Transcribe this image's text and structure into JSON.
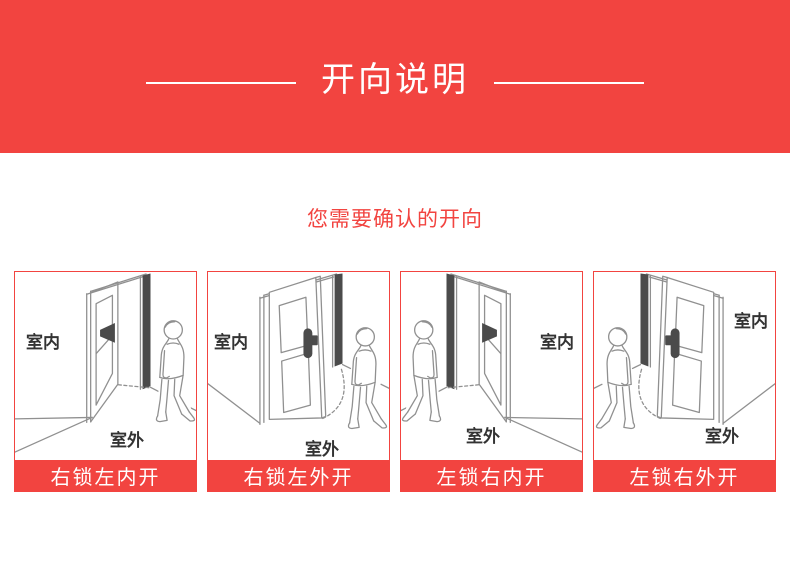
{
  "theme": {
    "accent_red": "#f24440",
    "line_gray": "#909090",
    "dark_gray": "#4b4b4b",
    "label_color": "#333333",
    "background": "#ffffff",
    "title_color": "#ffffff"
  },
  "header": {
    "title": "开向说明"
  },
  "section": {
    "subtitle": "您需要确认的开向"
  },
  "panels": [
    {
      "caption": "右锁左内开",
      "inside_label": "室内",
      "outside_label": "室外",
      "diagram": "door-opens-inward-hinge-shown-left, person walking in from right"
    },
    {
      "caption": "右锁左外开",
      "inside_label": "室内",
      "outside_label": "室外",
      "diagram": "door-opens-outward-face-visible-handle-right, person walking in from right"
    },
    {
      "caption": "左锁右内开",
      "inside_label": "室内",
      "outside_label": "室外",
      "diagram": "mirror of door-opens-inward, person walking in from left"
    },
    {
      "caption": "左锁右外开",
      "inside_label": "室内",
      "outside_label": "室外",
      "diagram": "mirror of door-opens-outward, person walking in from left"
    }
  ]
}
